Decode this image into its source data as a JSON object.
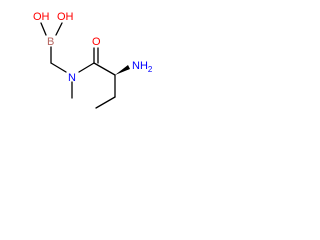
{
  "molecule": {
    "atoms": {
      "OH_left": "OH",
      "OH_right": "OH",
      "B": "B",
      "O": "O",
      "N": "N",
      "NH2": "NH",
      "NH2_sub": "2"
    },
    "colors": {
      "bond": "#000000",
      "boron": "#b5655f",
      "oxygen": "#ff0000",
      "nitrogen": "#0000ff"
    }
  }
}
